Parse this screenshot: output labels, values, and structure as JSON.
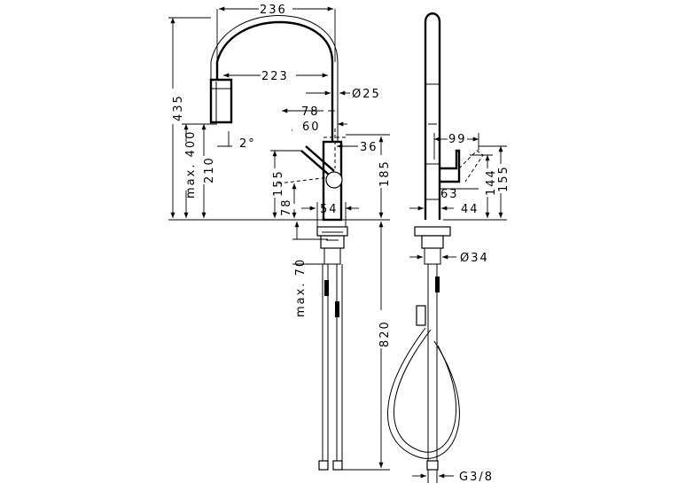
{
  "dimensions": {
    "spout_width": "236",
    "spout_reach": "223",
    "spout_diameter": "Ø25",
    "lever_length": "78",
    "lever_offset": "60",
    "handle_height": "36",
    "total_height": "435",
    "max_height": "max. 400",
    "spout_height": "210",
    "tilt_angle": "2°",
    "handle_clearance": "155",
    "handle_center": "78",
    "base_diameter": "54",
    "body_height": "185",
    "max_thickness": "max. 70",
    "hose_length": "820",
    "side_lever_reach": "99",
    "side_lever_depth": "63",
    "side_height_144": "144",
    "side_height_155": "155",
    "side_base_width": "44",
    "shank_diameter": "Ø34",
    "thread": "G3/8"
  }
}
